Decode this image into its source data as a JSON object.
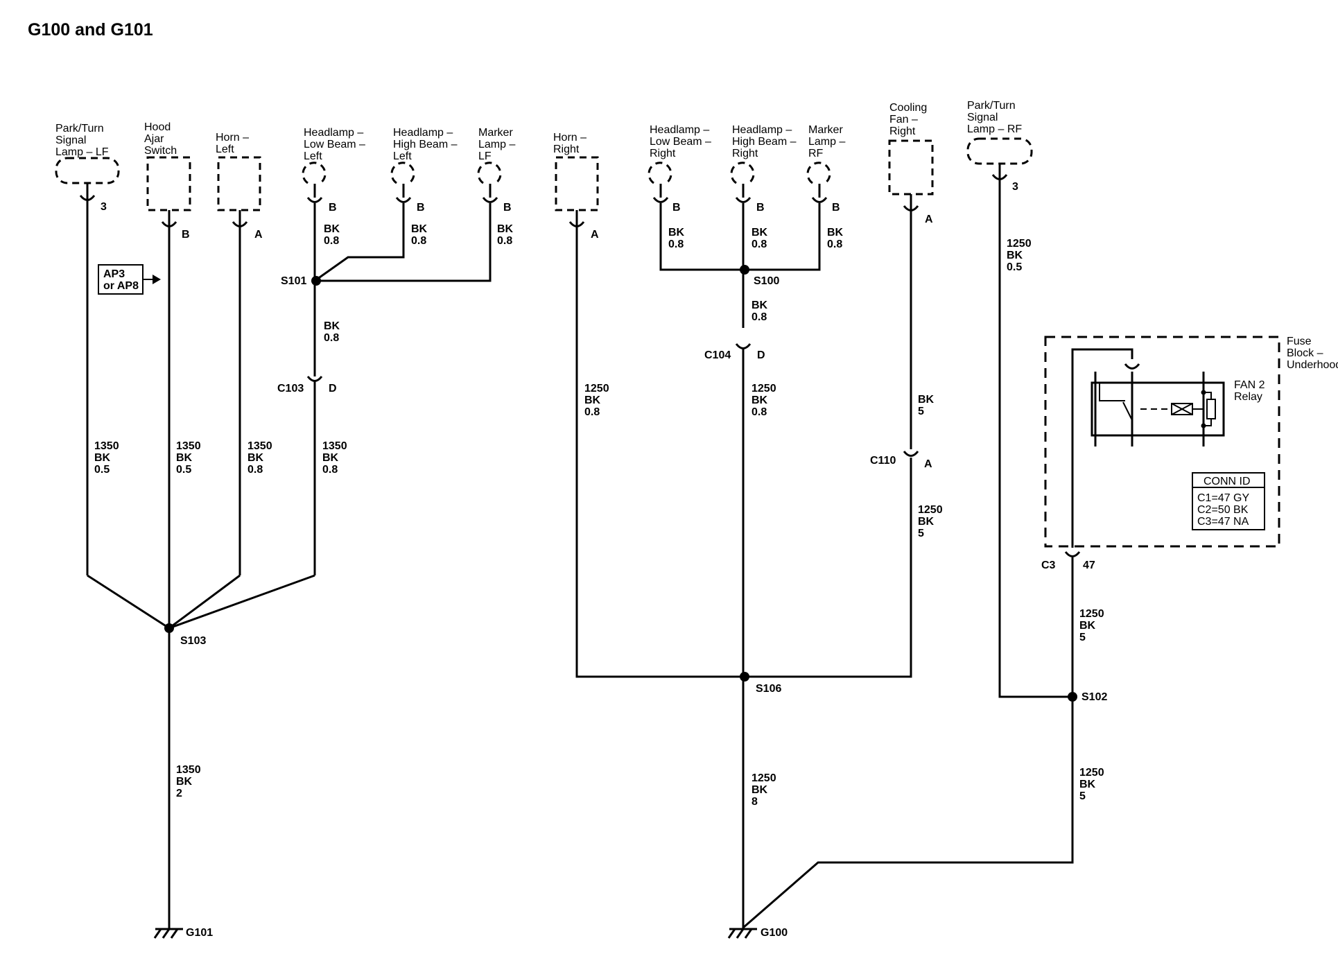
{
  "title": "G100 and G101",
  "components": {
    "park_turn_lf": [
      "Park/Turn",
      "Signal",
      "Lamp – LF"
    ],
    "hood_ajar": [
      "Hood",
      "Ajar",
      "Switch"
    ],
    "horn_left": [
      "Horn –",
      "Left"
    ],
    "headlamp_low_left": [
      "Headlamp –",
      "Low Beam –",
      "Left"
    ],
    "headlamp_high_left": [
      "Headlamp –",
      "High Beam –",
      "Left"
    ],
    "marker_lf": [
      "Marker",
      "Lamp –",
      "LF"
    ],
    "horn_right": [
      "Horn –",
      "Right"
    ],
    "headlamp_low_right": [
      "Headlamp –",
      "Low Beam –",
      "Right"
    ],
    "headlamp_high_right": [
      "Headlamp –",
      "High Beam –",
      "Right"
    ],
    "marker_rf": [
      "Marker",
      "Lamp –",
      "RF"
    ],
    "cooling_fan_right": [
      "Cooling",
      "Fan –",
      "Right"
    ],
    "park_turn_rf": [
      "Park/Turn",
      "Signal",
      "Lamp – RF"
    ],
    "fuse_block": [
      "Fuse",
      "Block –",
      "Underhood"
    ],
    "fan2_relay": [
      "FAN 2",
      "Relay"
    ]
  },
  "pins": {
    "park_turn_lf": "3",
    "hood_ajar": "B",
    "horn_left": "A",
    "headlamp_low_left": "B",
    "headlamp_high_left": "B",
    "marker_lf": "B",
    "horn_right": "A",
    "headlamp_low_right": "B",
    "headlamp_high_right": "B",
    "marker_rf": "B",
    "cooling_fan_right": "A",
    "park_turn_rf": "3",
    "c103": "D",
    "c104": "D",
    "c110": "A",
    "c3": "47"
  },
  "connectors": {
    "c103": "C103",
    "c104": "C104",
    "c110": "C110",
    "c3": "C3"
  },
  "splices": {
    "s101": "S101",
    "s100": "S100",
    "s103": "S103",
    "s106": "S106",
    "s102": "S102"
  },
  "grounds": {
    "g101": "G101",
    "g100": "G100"
  },
  "reference_box": [
    "AP3",
    "or AP8"
  ],
  "conn_id": {
    "header": "CONN ID",
    "rows": [
      "C1=47 GY",
      "C2=50 BK",
      "C3=47 NA"
    ]
  },
  "wires": {
    "w_low_left": [
      "BK",
      "0.8"
    ],
    "w_high_left": [
      "BK",
      "0.8"
    ],
    "w_marker_lf": [
      "BK",
      "0.8"
    ],
    "w_s101_c103": [
      "BK",
      "0.8"
    ],
    "w_park_lf": [
      "1350",
      "BK",
      "0.5"
    ],
    "w_hood": [
      "1350",
      "BK",
      "0.5"
    ],
    "w_horn_left": [
      "1350",
      "BK",
      "0.8"
    ],
    "w_c103_s103": [
      "1350",
      "BK",
      "0.8"
    ],
    "w_g101": [
      "1350",
      "BK",
      "2"
    ],
    "w_low_right": [
      "BK",
      "0.8"
    ],
    "w_high_right": [
      "BK",
      "0.8"
    ],
    "w_marker_rf": [
      "BK",
      "0.8"
    ],
    "w_s100_c104": [
      "BK",
      "0.8"
    ],
    "w_horn_right": [
      "1250",
      "BK",
      "0.8"
    ],
    "w_c104_s106": [
      "1250",
      "BK",
      "0.8"
    ],
    "w_g100": [
      "1250",
      "BK",
      "8"
    ],
    "w_fan_c110": [
      "BK",
      "5"
    ],
    "w_c110_s106": [
      "1250",
      "BK",
      "5"
    ],
    "w_park_rf": [
      "1250",
      "BK",
      "0.5"
    ],
    "w_c3_s102": [
      "1250",
      "BK",
      "5"
    ],
    "w_s102_g100": [
      "1250",
      "BK",
      "5"
    ]
  }
}
